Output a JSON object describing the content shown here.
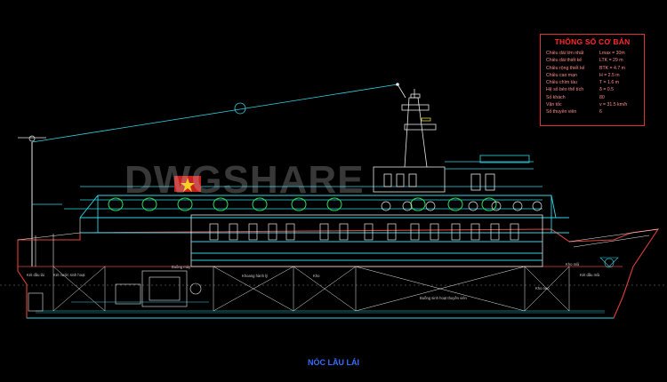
{
  "spec_table": {
    "title": "THÔNG SỐ CƠ BẢN",
    "rows": [
      {
        "name": "Chiều dài lớn nhất",
        "value": "Lmax = 30m"
      },
      {
        "name": "Chiều dài thiết kế",
        "value": "LTK = 29 m"
      },
      {
        "name": "Chiều rộng thiết kế",
        "value": "BTK = 4.7 m"
      },
      {
        "name": "Chiều cao mạn",
        "value": "H = 2.5 m"
      },
      {
        "name": "Chiều chìm tàu",
        "value": "T = 1.6 m"
      },
      {
        "name": "Hệ số béo thể tích",
        "value": "δ = 0.5"
      },
      {
        "name": "Số khách",
        "value": "80"
      },
      {
        "name": "Vận tốc",
        "value": "v = 31.5 km/h"
      },
      {
        "name": "Số thuyền viên",
        "value": "6"
      }
    ]
  },
  "watermark": "DWGSHARE",
  "drawing_title": "NÓC LẦU LÁI",
  "compartment_labels": {
    "aft_peak": "Két dầu lái",
    "freshwater": "Két nước sinh hoạt",
    "engine_room": "Buồng máy",
    "passenger_cabin": "Khoang hành lý",
    "store": "Kho",
    "crew_room": "Buồng sinh hoạt thuyền viên",
    "bow_store": "Két dầu mũi",
    "chain_locker": "Kho mũi",
    "chain_box": "Kho neo"
  },
  "colors": {
    "cyan": "#2fd6e6",
    "white": "#e8e8e8",
    "red": "#e0403a",
    "green": "#2fe05a",
    "yellow": "#e8d23a",
    "blue": "#3a6dff"
  }
}
